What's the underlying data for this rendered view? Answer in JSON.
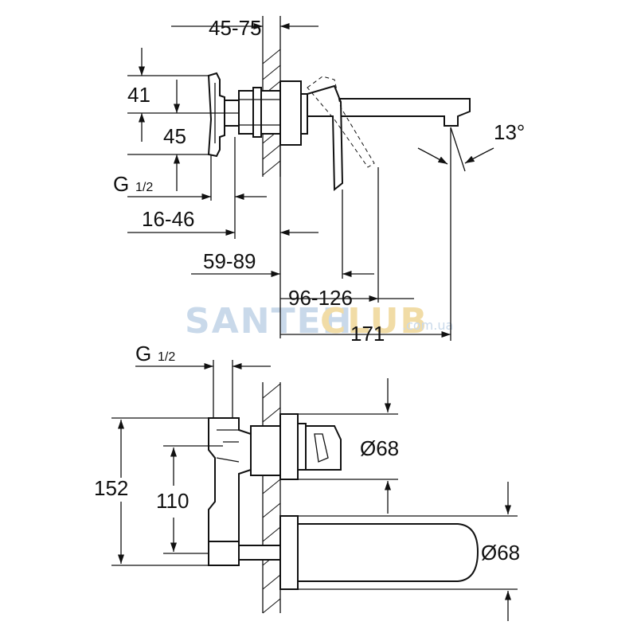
{
  "top_view": {
    "dims": {
      "wall_depth": "45-75",
      "lever_upper": "41",
      "lever_lower": "45",
      "thread_label": "G",
      "thread_size": "1/2",
      "connection": "16-46",
      "body_offset": "59-89",
      "lever_reach": "96-126",
      "spout_reach": "171",
      "spout_angle": "13°"
    }
  },
  "side_view": {
    "dims": {
      "thread_label": "G",
      "thread_size": "1/2",
      "total_height": "152",
      "center_distance": "110",
      "rosette_lever_diameter": "Ø68",
      "rosette_spout_diameter": "Ø68"
    }
  },
  "watermark": {
    "brand_left": "SANTEH",
    "brand_right": "CLUB",
    "domain": ".com.ua",
    "colors": {
      "left": "#c9d9ea",
      "right": "#f1dca6"
    }
  }
}
